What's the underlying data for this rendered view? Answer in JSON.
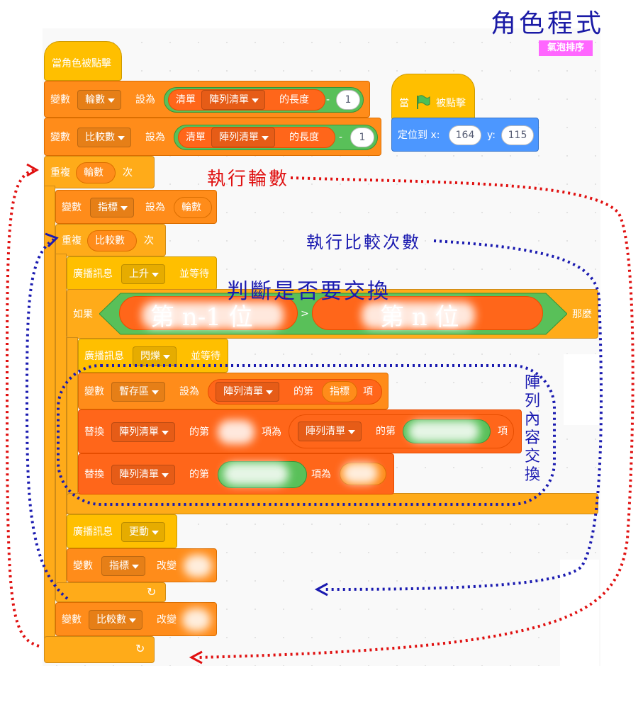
{
  "header": {
    "title": "角色程式",
    "badge": "氣泡排序"
  },
  "hat_click": "當角色被點擊",
  "set1": {
    "prefix": "變數",
    "var": "輪數",
    "mid": "設為",
    "list_label": "清單",
    "list": "陣列清單",
    "suffix": "的長度",
    "op": "-",
    "num": "1"
  },
  "set2": {
    "prefix": "變數",
    "var": "比較數",
    "mid": "設為",
    "list_label": "清單",
    "list": "陣列清單",
    "suffix": "的長度",
    "op": "-",
    "num": "1"
  },
  "repeat_outer": {
    "label": "重複",
    "arg": "輪數",
    "suffix": "次"
  },
  "set_index": {
    "prefix": "變數",
    "var": "指標",
    "mid": "設為",
    "arg": "輪數"
  },
  "repeat_inner": {
    "label": "重複",
    "arg": "比較數",
    "suffix": "次"
  },
  "broadcast_up": {
    "label": "廣播訊息",
    "msg": "上升",
    "suffix": "並等待"
  },
  "if_block": {
    "label": "如果",
    "op": ">",
    "then": "那麼",
    "left_text": "第 n-1 位",
    "right_text": "第 n 位"
  },
  "broadcast_flash": {
    "label": "廣播訊息",
    "msg": "閃爍",
    "suffix": "並等待"
  },
  "set_temp": {
    "prefix": "變數",
    "var": "暫存區",
    "mid": "設為",
    "list": "陣列清單",
    "of": "的第",
    "arg": "指標",
    "item": "項"
  },
  "replace1": {
    "label": "替換",
    "list": "陣列清單",
    "of": "的第",
    "as": "項為",
    "list2": "陣列清單",
    "of2": "的第",
    "item": "項"
  },
  "replace2": {
    "label": "替換",
    "list": "陣列清單",
    "of": "的第",
    "as": "項為"
  },
  "broadcast_update": {
    "label": "廣播訊息",
    "msg": "更動"
  },
  "change_index": {
    "prefix": "變數",
    "var": "指標",
    "mid": "改變"
  },
  "change_compare": {
    "prefix": "變數",
    "var": "比較數",
    "mid": "改變"
  },
  "flag_hat": {
    "when": "當",
    "clicked": "被點擊"
  },
  "goto": {
    "label": "定位到 x:",
    "x": "164",
    "ylabel": "y:",
    "y": "115"
  },
  "annotations": {
    "rounds": "執行輪數",
    "compares": "執行比較次數",
    "judge": "判斷是否要交換",
    "swap": "陣列內容交換"
  },
  "colors": {
    "events": "#ffbf00",
    "control": "#ffab19",
    "variables": "#ff8c1a",
    "lists": "#ff661a",
    "operators": "#59c059",
    "motion": "#4c97ff",
    "red_annotation": "#e01010",
    "blue_annotation": "#1a1ab0"
  }
}
